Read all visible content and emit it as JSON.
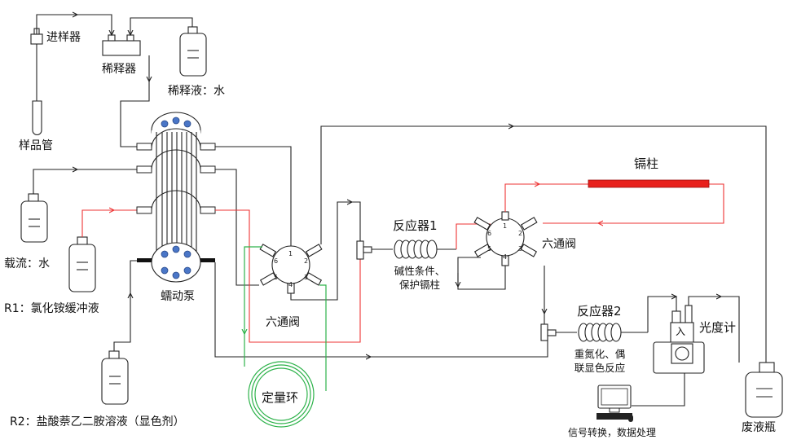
{
  "labels": {
    "injector": "进样器",
    "diluter": "稀释器",
    "diluent": "稀释液：水",
    "sample_tube": "样品管",
    "carrier": "载流：水",
    "r1": "R1：氯化铵缓冲液",
    "peristaltic_pump": "蠕动泵",
    "r2": "R2：盐酸萘乙二胺溶液（显色剂）",
    "six_way_valve_1": "六通阀",
    "quant_loop": "定量环",
    "reactor1_name": "反应器",
    "reactor1_num": "1",
    "reactor1_desc_1": "碱性条件、",
    "reactor1_desc_2": "保护镉柱",
    "cadmium_column": "镉柱",
    "six_way_valve_2": "六通阀",
    "reactor2_name": "反应器",
    "reactor2_num": "2",
    "reactor2_desc_1": "重氮化、偶",
    "reactor2_desc_2": "联显色反应",
    "photometer": "光度计",
    "photometer_inlet": "入",
    "signal": "信号转换，数据处理",
    "waste_bottle": "废液瓶"
  },
  "valve1_ports": [
    "1",
    "2",
    "3",
    "4",
    "5",
    "6"
  ],
  "valve2_ports": [
    "1",
    "2",
    "3",
    "4",
    "5",
    "6"
  ],
  "colors": {
    "line": "#222222",
    "reagent_line": "#e33333",
    "loop_line": "#2db24a",
    "cadmium_column": "#e8201c",
    "pump_dot": "#4a76c7"
  }
}
